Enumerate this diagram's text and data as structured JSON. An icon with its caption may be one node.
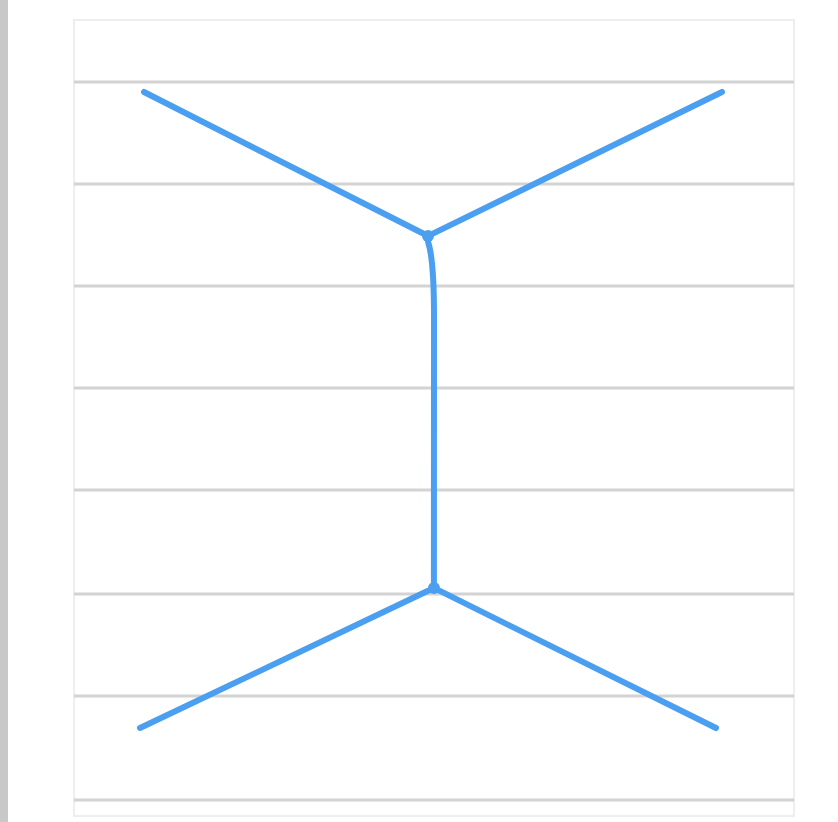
{
  "diagram": {
    "nodes": [
      {
        "text": [],
        "shape": "dot"
      },
      {
        "text": [],
        "shape": "dot"
      }
    ],
    "edges": [
      {
        "from": null,
        "to": 0,
        "arrow": "none"
      },
      {
        "from": null,
        "to": 0,
        "arrow": "none"
      },
      {
        "from": 0,
        "to": 1,
        "arrow": "none"
      },
      {
        "from": null,
        "to": 1,
        "arrow": "none"
      },
      {
        "from": null,
        "to": 1,
        "arrow": "none"
      }
    ]
  }
}
